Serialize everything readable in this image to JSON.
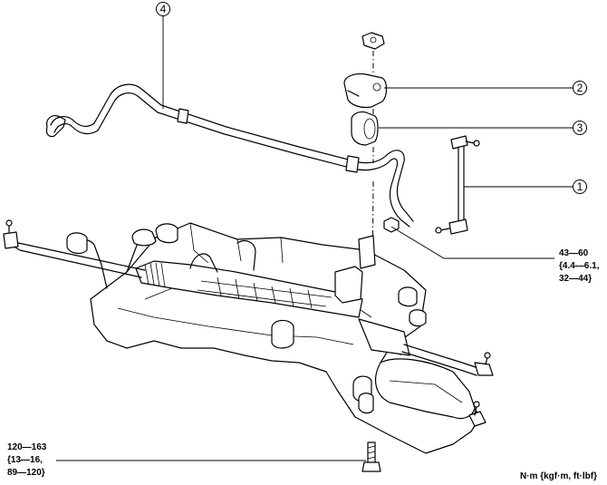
{
  "callouts": [
    {
      "id": "1",
      "label": "1"
    },
    {
      "id": "2",
      "label": "2"
    },
    {
      "id": "3",
      "label": "3"
    },
    {
      "id": "4",
      "label": "4"
    }
  ],
  "torque_specs": {
    "stabilizer_link_nut": [
      "43—60",
      "{4.4—6.1,",
      "32—44}"
    ],
    "crossmember_bolt": [
      "120—163",
      "{13—16,",
      "89—120}"
    ]
  },
  "units_note": "N·m {kgf·m, ft·lbf}"
}
